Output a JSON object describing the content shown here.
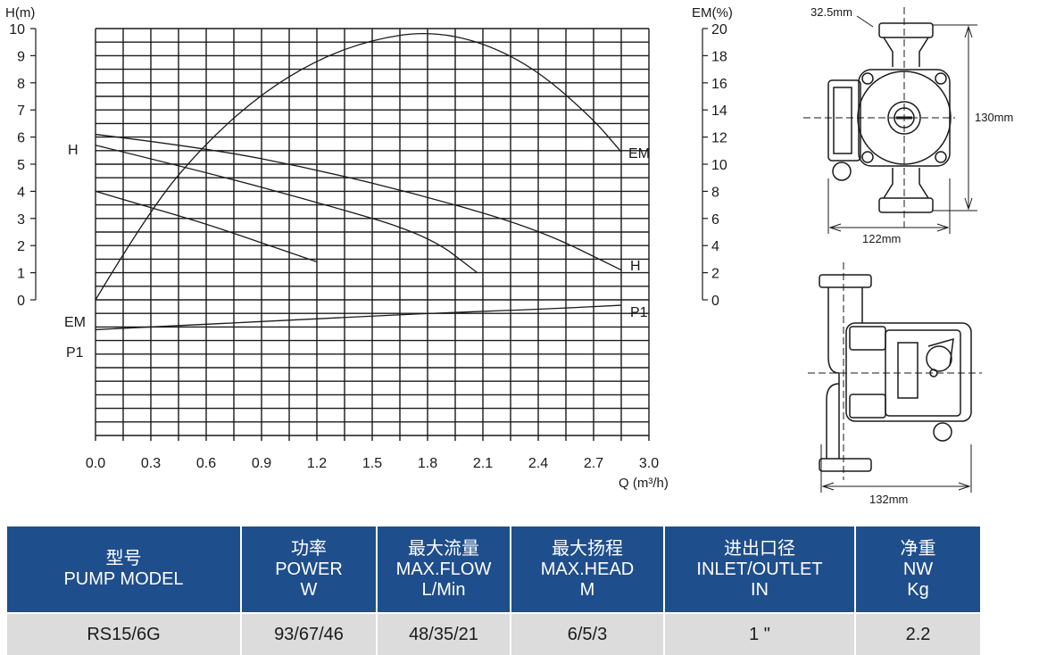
{
  "chart_data": {
    "type": "line",
    "x": {
      "label": "Q",
      "unit": "m³/h",
      "min": 0.0,
      "max": 3.0,
      "step": 0.3,
      "tick_labels": [
        "0.0",
        "0.3",
        "0.6",
        "0.9",
        "1.2",
        "1.5",
        "1.8",
        "2.1",
        "2.4",
        "2.7",
        "3.0"
      ]
    },
    "y_left": {
      "label": "H(m)",
      "min": 0,
      "max": 10,
      "step": 1,
      "tick_labels": [
        "0",
        "1",
        "2",
        "3",
        "4",
        "5",
        "6",
        "7",
        "8",
        "9",
        "10"
      ]
    },
    "y_right": {
      "label": "EM(%)",
      "min": 0,
      "max": 20,
      "step": 2,
      "tick_labels": [
        "0",
        "2",
        "4",
        "6",
        "8",
        "10",
        "12",
        "14",
        "16",
        "18",
        "20"
      ]
    },
    "grid": true,
    "series": [
      {
        "name": "H",
        "axis": "left",
        "points": [
          [
            0.0,
            6.1
          ],
          [
            0.6,
            5.6
          ],
          [
            1.2,
            4.8
          ],
          [
            1.8,
            3.8
          ],
          [
            2.4,
            2.6
          ],
          [
            2.85,
            1.1
          ]
        ]
      },
      {
        "name": "H",
        "axis": "left",
        "points": [
          [
            0.0,
            5.7
          ],
          [
            0.6,
            4.7
          ],
          [
            1.2,
            3.6
          ],
          [
            1.8,
            2.4
          ],
          [
            2.07,
            1.0
          ]
        ]
      },
      {
        "name": "H",
        "axis": "left",
        "points": [
          [
            0.0,
            4.0
          ],
          [
            0.3,
            3.4
          ],
          [
            0.6,
            2.8
          ],
          [
            0.9,
            2.1
          ],
          [
            1.2,
            1.4
          ]
        ]
      },
      {
        "name": "EM",
        "axis": "right",
        "points": [
          [
            0.0,
            0.0
          ],
          [
            0.3,
            6.8
          ],
          [
            0.6,
            11.6
          ],
          [
            0.9,
            15.2
          ],
          [
            1.2,
            17.7
          ],
          [
            1.5,
            19.2
          ],
          [
            1.8,
            19.8
          ],
          [
            2.1,
            19.0
          ],
          [
            2.4,
            16.9
          ],
          [
            2.7,
            13.3
          ],
          [
            2.85,
            10.9
          ]
        ]
      },
      {
        "name": "P1",
        "axis": "left",
        "points": [
          [
            0.0,
            -1.1
          ],
          [
            0.6,
            -0.9
          ],
          [
            1.2,
            -0.7
          ],
          [
            1.8,
            -0.5
          ],
          [
            2.4,
            -0.35
          ],
          [
            2.85,
            -0.2
          ]
        ]
      }
    ],
    "curve_labels": {
      "H": "H",
      "EM": "EM",
      "P1": "P1"
    }
  },
  "dimensions": {
    "top_pipe": "32.5mm",
    "height": "130mm",
    "width_top": "122mm",
    "width_side": "132mm"
  },
  "spec_table": {
    "headers": [
      {
        "zh": "型号",
        "en": "PUMP MODEL",
        "unit": ""
      },
      {
        "zh": "功率",
        "en": "POWER",
        "unit": "W"
      },
      {
        "zh": "最大流量",
        "en": "MAX.FLOW",
        "unit": "L/Min"
      },
      {
        "zh": "最大扬程",
        "en": "MAX.HEAD",
        "unit": "M"
      },
      {
        "zh": "进出口径",
        "en": "INLET/OUTLET",
        "unit": "IN"
      },
      {
        "zh": "净重",
        "en": "NW",
        "unit": "Kg"
      }
    ],
    "rows": [
      [
        "RS15/6G",
        "93/67/46",
        "48/35/21",
        "6/5/3",
        "1 \"",
        "2.2"
      ]
    ]
  },
  "colors": {
    "header_bg": "#1f4e8c",
    "row_bg": "#dcdcdc",
    "line": "#1a1a1a"
  }
}
